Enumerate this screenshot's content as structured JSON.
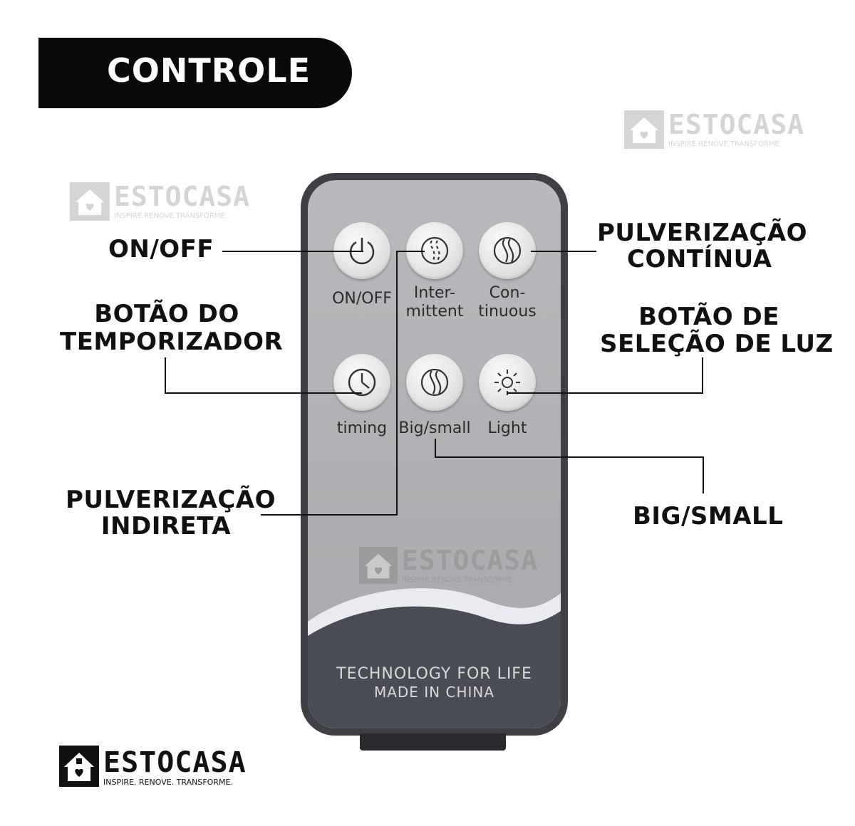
{
  "header": {
    "title": "CONTROLE"
  },
  "callouts": {
    "on_off": "ON/OFF",
    "pulv_continua_1": "PULVERIZAÇÃO",
    "pulv_continua_2": "CONTÍNUA",
    "timer_1": "BOTÃO DO",
    "timer_2": "TEMPORIZADOR",
    "light_1": "BOTÃO DE",
    "light_2": "SELEÇÃO DE LUZ",
    "pulv_indireta_1": "PULVERIZAÇÃO",
    "pulv_indireta_2": "INDIRETA",
    "big_small": "BIG/SMALL"
  },
  "remote": {
    "buttons": [
      {
        "label": "ON/OFF",
        "icon": "power-icon"
      },
      {
        "label_1": "Inter-",
        "label_2": "mittent",
        "icon": "intermittent-spray-icon"
      },
      {
        "label_1": "Con-",
        "label_2": "tinuous",
        "icon": "continuous-spray-icon"
      },
      {
        "label": "timing",
        "icon": "clock-icon"
      },
      {
        "label": "Big/small",
        "icon": "big-small-spray-icon"
      },
      {
        "label": "Light",
        "icon": "sun-icon"
      }
    ],
    "footer_1": "TECHNOLOGY FOR LIFE",
    "footer_2": "MADE IN CHINA"
  },
  "watermark": {
    "name": "ESTOCASA",
    "tagline": "INSPIRE.RENOVE.TRANSFORME"
  },
  "logo": {
    "name": "ESTOCASA",
    "tagline": "INSPIRE. RENOVE. TRANSFORME."
  }
}
